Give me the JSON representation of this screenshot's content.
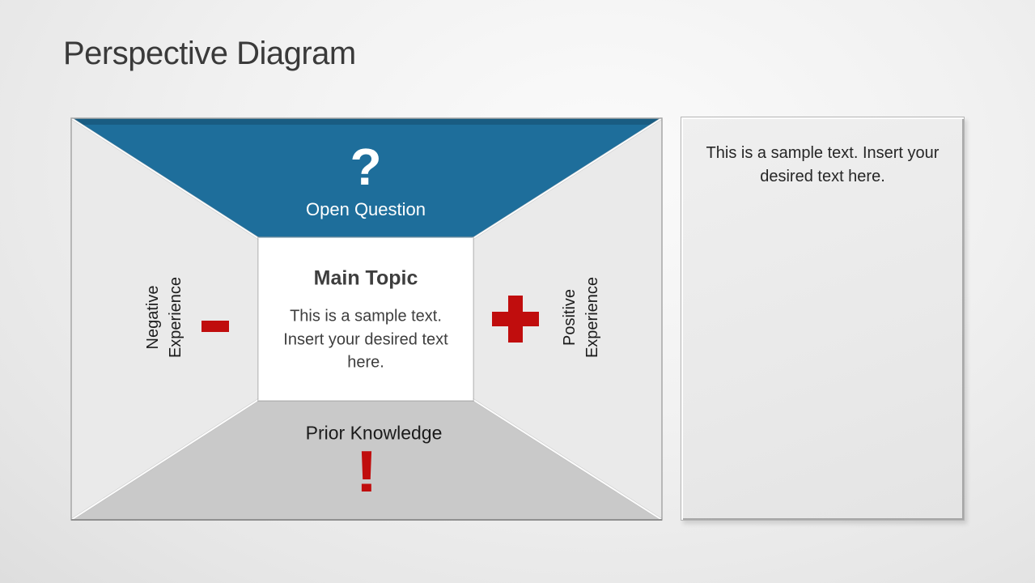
{
  "title": "Perspective Diagram",
  "diagram": {
    "top": {
      "symbol": "?",
      "label": "Open Question"
    },
    "left": {
      "symbol": "-",
      "label": "Negative Experience"
    },
    "right": {
      "symbol": "+",
      "label": "Positive Experience"
    },
    "bottom": {
      "symbol": "!",
      "label": "Prior Knowledge"
    },
    "center": {
      "title": "Main Topic",
      "body": "This is a sample text. Insert your desired text here."
    }
  },
  "side_panel": {
    "text": "This is a sample text. Insert your desired text here."
  },
  "colors": {
    "blue": "#1e6e9b",
    "red": "#c00d0d",
    "side_gray": "#eaeaea",
    "bottom_gray": "#c9c9c9",
    "text_dark": "#3e3e3e",
    "label_black": "#1b1b1b"
  }
}
